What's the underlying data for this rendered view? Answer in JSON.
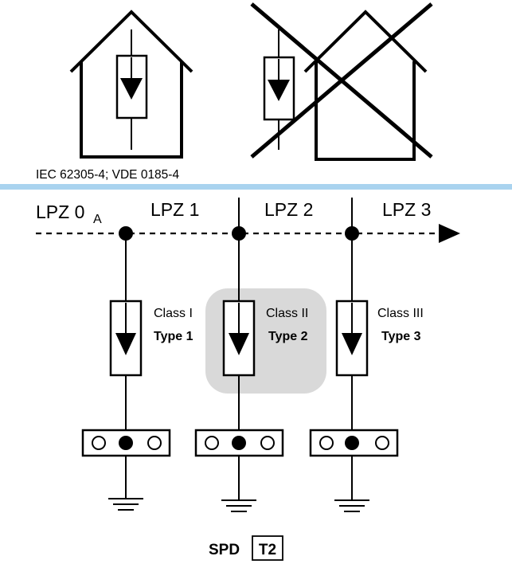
{
  "standard": "IEC 62305-4; VDE 0185-4",
  "zones": {
    "z0": "LPZ 0",
    "z0_sub": "A",
    "z1": "LPZ 1",
    "z2": "LPZ 2",
    "z3": "LPZ 3"
  },
  "spds": [
    {
      "class": "Class I",
      "type": "Type 1"
    },
    {
      "class": "Class II",
      "type": "Type 2",
      "highlighted": true
    },
    {
      "class": "Class III",
      "type": "Type 3"
    }
  ],
  "footer": {
    "prefix": "SPD",
    "code": "T2"
  },
  "colors": {
    "separator": "#a9d3ef",
    "highlight": "#d9d9d9",
    "ink": "#000000"
  }
}
